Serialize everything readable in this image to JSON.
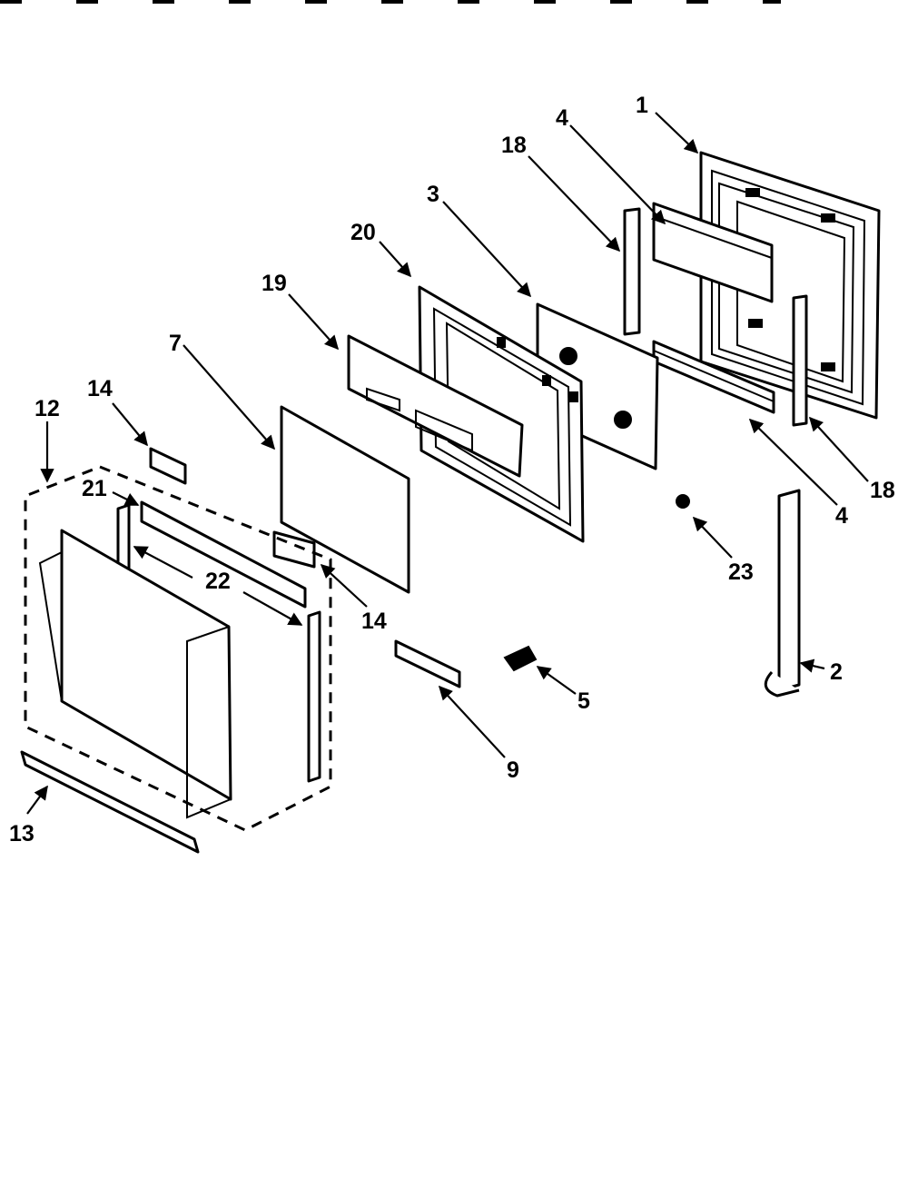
{
  "callouts": {
    "c1": "1",
    "c2": "2",
    "c3": "3",
    "c4a": "4",
    "c4b": "4",
    "c5": "5",
    "c7": "7",
    "c9": "9",
    "c12": "12",
    "c13": "13",
    "c14a": "14",
    "c14b": "14",
    "c18a": "18",
    "c18b": "18",
    "c19": "19",
    "c20": "20",
    "c21": "21",
    "c22": "22",
    "c23": "23"
  }
}
